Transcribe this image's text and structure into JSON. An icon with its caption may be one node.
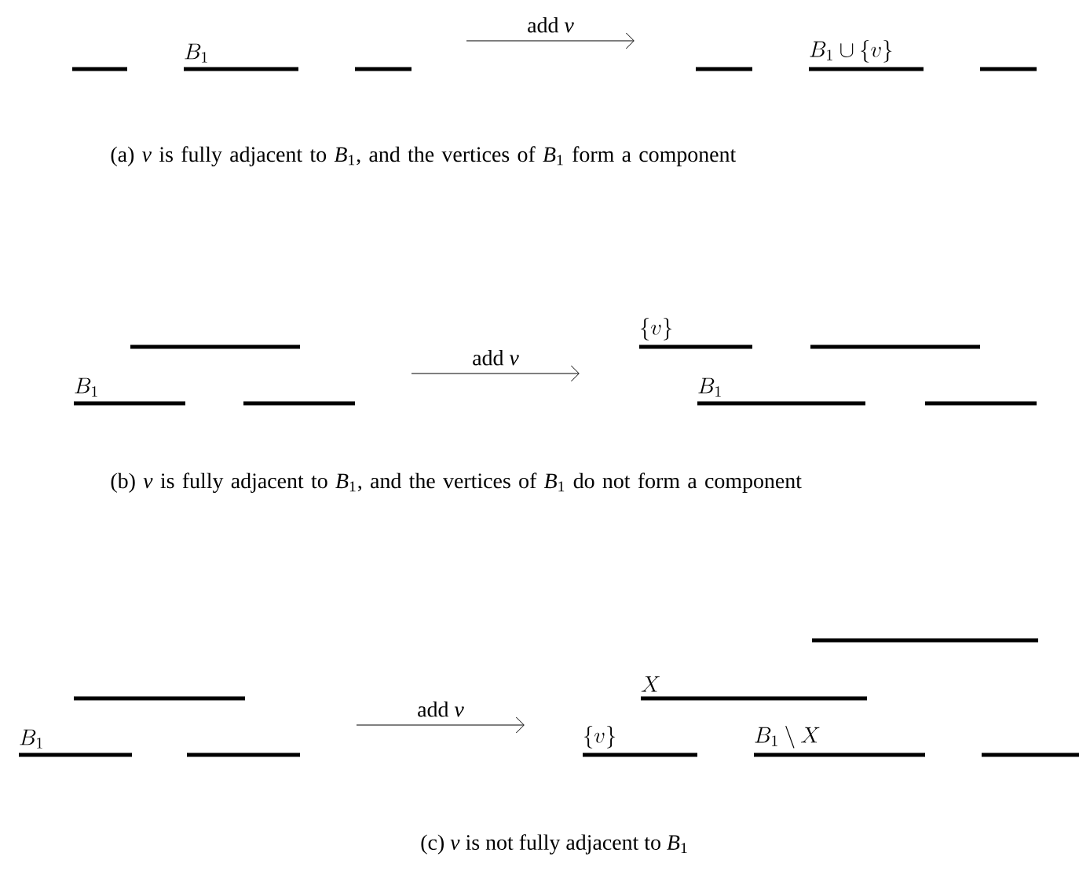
{
  "diagram": {
    "nodes": [
      {
        "text": [],
        "shape": "bar"
      },
      {
        "text": [
          "B_1"
        ]
      },
      {
        "text": [],
        "shape": "bar"
      },
      {
        "text": [],
        "shape": "bar"
      },
      {
        "text": [
          "B_1 \\cup \\{v\\}"
        ]
      },
      {
        "text": [],
        "shape": "bar"
      },
      {
        "text": [],
        "shape": "bar"
      },
      {
        "text": [
          "B_1"
        ]
      },
      {
        "text": [],
        "shape": "bar"
      },
      {
        "text": [
          "\\{v\\}"
        ]
      },
      {
        "text": [],
        "shape": "bar"
      },
      {
        "text": [
          "B_1"
        ]
      },
      {
        "text": [],
        "shape": "bar"
      },
      {
        "text": [],
        "shape": "bar"
      },
      {
        "text": [
          "B_1"
        ]
      },
      {
        "text": [],
        "shape": "bar"
      },
      {
        "text": [],
        "shape": "bar"
      },
      {
        "text": [
          "X"
        ]
      },
      {
        "text": [
          "\\{v\\}"
        ]
      },
      {
        "text": [
          "B_1 \\setminus X"
        ]
      },
      {
        "text": [],
        "shape": "bar"
      }
    ],
    "labels": [
      "add *v*",
      "(a) *v* is fully adjacent to *B*$_{1}$, and the vertices of *B*$_{1}$ form a component",
      "add *v*",
      "(b) *v* is fully adjacent to *B*$_{1}$, and the vertices of *B*$_{1}$ do not form a component",
      "add *v*",
      "(c) *v* is not fully adjacent to *B*$_{1}$"
    ]
  }
}
